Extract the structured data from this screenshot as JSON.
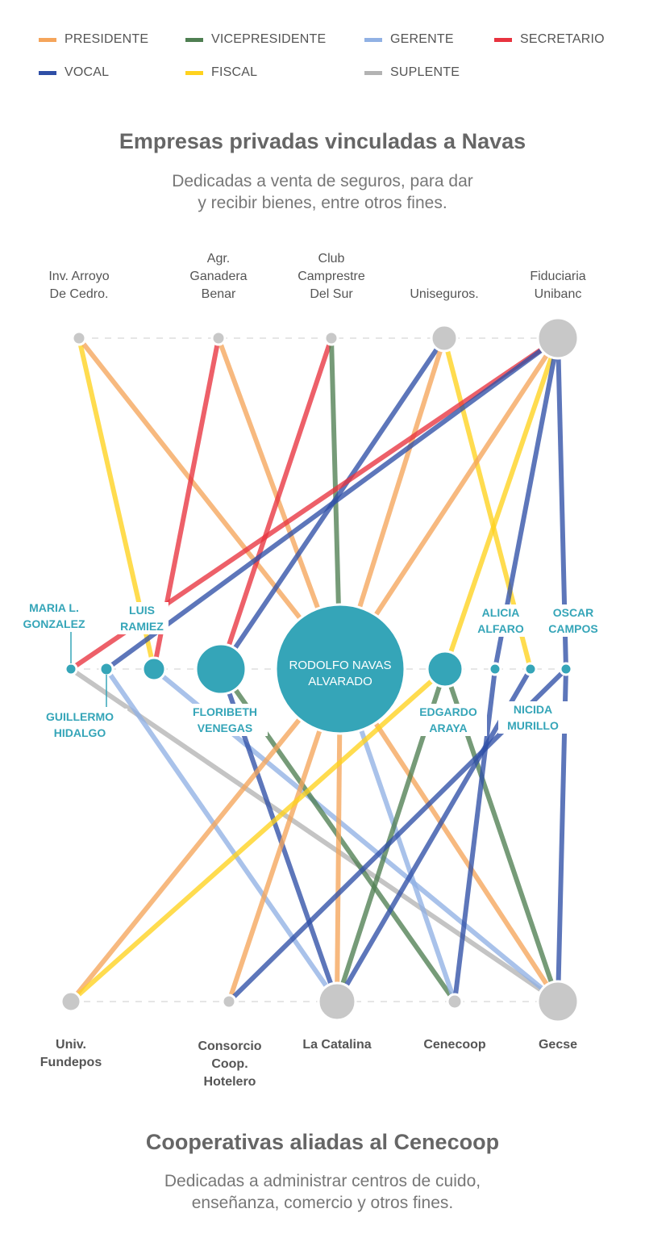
{
  "legend": [
    {
      "role": "presidente",
      "label": "PRESIDENTE",
      "color": "#f5a55b"
    },
    {
      "role": "vicepresidente",
      "label": "VICEPRESIDENTE",
      "color": "#4f7f52"
    },
    {
      "role": "gerente",
      "label": "GERENTE",
      "color": "#91b1e4"
    },
    {
      "role": "secretario",
      "label": "SECRETARIO",
      "color": "#e8333f"
    },
    {
      "role": "vocal",
      "label": "VOCAL",
      "color": "#2f4fa6"
    },
    {
      "role": "fiscal",
      "label": "FISCAL",
      "color": "#ffd21e"
    },
    {
      "role": "suplente",
      "label": "SUPLENTE",
      "color": "#b3b3b3"
    }
  ],
  "top_section": {
    "title": "Empresas privadas vinculadas a Navas",
    "subtitle": "Dedicadas a venta de seguros, para dar\ny recibir bienes, entre otros fines."
  },
  "bottom_section": {
    "title": "Cooperativas aliadas al Cenecoop",
    "subtitle": "Dedicadas a administrar centros de cuido,\nenseñanza, comercio y otros fines."
  },
  "colors": {
    "person": "#35a5b8",
    "organization": "#c8c8c8"
  },
  "nodes": [
    {
      "id": "arroyo",
      "group": "top",
      "label": "Inv. Arroyo\nDe Cedro."
    },
    {
      "id": "benar",
      "group": "top",
      "label": "Agr.\nGanadera\nBenar"
    },
    {
      "id": "club",
      "group": "top",
      "label": "Club\nCamprestre\nDel Sur"
    },
    {
      "id": "uniseguros",
      "group": "top",
      "label": "Uniseguros."
    },
    {
      "id": "unibanc",
      "group": "top",
      "label": "Fiduciaria\nUnibanc"
    },
    {
      "id": "maria",
      "group": "mid",
      "label": "MARIA L.\nGONZALEZ"
    },
    {
      "id": "guillermo",
      "group": "mid",
      "label": "GUILLERMO\nHIDALGO"
    },
    {
      "id": "luis",
      "group": "mid",
      "label": "LUIS\nRAMIEZ"
    },
    {
      "id": "floribeth",
      "group": "mid",
      "label": "FLORIBETH\nVENEGAS"
    },
    {
      "id": "rodolfo",
      "group": "mid",
      "label": "RODOLFO NAVAS\nALVARADO"
    },
    {
      "id": "edgardo",
      "group": "mid",
      "label": "EDGARDO\nARAYA"
    },
    {
      "id": "alicia",
      "group": "mid",
      "label": "ALICIA\nALFARO"
    },
    {
      "id": "nicida",
      "group": "mid",
      "label": "NICIDA\nMURILLO"
    },
    {
      "id": "oscar",
      "group": "mid",
      "label": "OSCAR\nCAMPOS"
    },
    {
      "id": "fundepos",
      "group": "bottom",
      "label": "Univ.\nFundepos"
    },
    {
      "id": "consorcio",
      "group": "bottom",
      "label": "Consorcio\nCoop.\nHotelero"
    },
    {
      "id": "catalina",
      "group": "bottom",
      "label": "La Catalina"
    },
    {
      "id": "cenecoop",
      "group": "bottom",
      "label": "Cenecoop"
    },
    {
      "id": "gecse",
      "group": "bottom",
      "label": "Gecse"
    }
  ],
  "links": [
    {
      "from": "arroyo",
      "to": "luis",
      "role": "fiscal"
    },
    {
      "from": "arroyo",
      "to": "rodolfo",
      "role": "presidente"
    },
    {
      "from": "benar",
      "to": "luis",
      "role": "secretario"
    },
    {
      "from": "benar",
      "to": "rodolfo",
      "role": "presidente"
    },
    {
      "from": "club",
      "to": "floribeth",
      "role": "secretario"
    },
    {
      "from": "club",
      "to": "rodolfo",
      "role": "vicepresidente"
    },
    {
      "from": "uniseguros",
      "to": "floribeth",
      "role": "vocal"
    },
    {
      "from": "uniseguros",
      "to": "rodolfo",
      "role": "presidente"
    },
    {
      "from": "uniseguros",
      "to": "nicida",
      "role": "fiscal"
    },
    {
      "from": "unibanc",
      "to": "maria",
      "role": "secretario"
    },
    {
      "from": "unibanc",
      "to": "guillermo",
      "role": "vocal"
    },
    {
      "from": "unibanc",
      "to": "rodolfo",
      "role": "presidente"
    },
    {
      "from": "unibanc",
      "to": "edgardo",
      "role": "fiscal"
    },
    {
      "from": "unibanc",
      "to": "alicia",
      "role": "vocal"
    },
    {
      "from": "unibanc",
      "to": "oscar",
      "role": "vocal"
    },
    {
      "from": "maria",
      "to": "gecse",
      "role": "suplente"
    },
    {
      "from": "guillermo",
      "to": "catalina",
      "role": "gerente"
    },
    {
      "from": "luis",
      "to": "gecse",
      "role": "gerente"
    },
    {
      "from": "floribeth",
      "to": "catalina",
      "role": "vocal"
    },
    {
      "from": "floribeth",
      "to": "cenecoop",
      "role": "vicepresidente"
    },
    {
      "from": "rodolfo",
      "to": "fundepos",
      "role": "presidente"
    },
    {
      "from": "rodolfo",
      "to": "consorcio",
      "role": "presidente"
    },
    {
      "from": "rodolfo",
      "to": "catalina",
      "role": "presidente"
    },
    {
      "from": "rodolfo",
      "to": "cenecoop",
      "role": "gerente"
    },
    {
      "from": "rodolfo",
      "to": "gecse",
      "role": "presidente"
    },
    {
      "from": "edgardo",
      "to": "fundepos",
      "role": "fiscal"
    },
    {
      "from": "edgardo",
      "to": "catalina",
      "role": "vicepresidente"
    },
    {
      "from": "edgardo",
      "to": "gecse",
      "role": "vicepresidente"
    },
    {
      "from": "alicia",
      "to": "cenecoop",
      "role": "vocal"
    },
    {
      "from": "nicida",
      "to": "catalina",
      "role": "vocal"
    },
    {
      "from": "oscar",
      "to": "consorcio",
      "role": "vocal"
    },
    {
      "from": "oscar",
      "to": "gecse",
      "role": "vocal"
    }
  ]
}
